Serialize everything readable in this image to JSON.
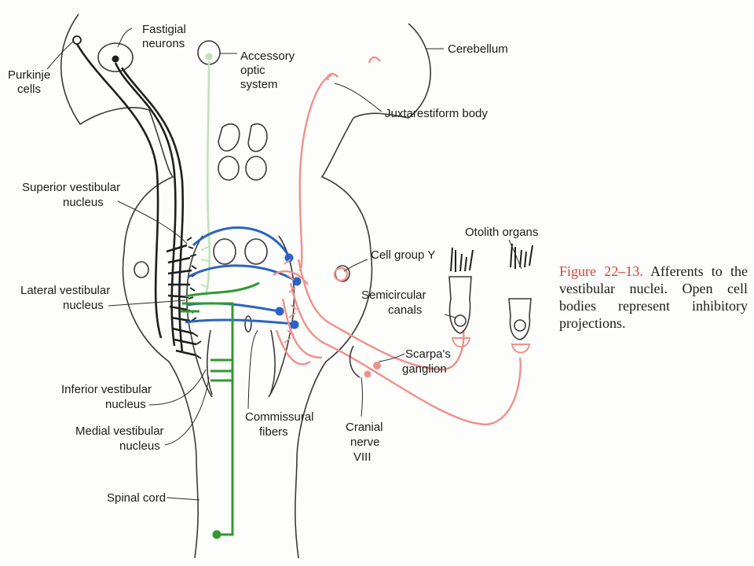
{
  "labels": {
    "fastigial": [
      "Fastigial",
      "neurons"
    ],
    "purkinje": [
      "Purkinje",
      "cells"
    ],
    "accessory": [
      "Accessory",
      "optic",
      "system"
    ],
    "cerebellum": "Cerebellum",
    "juxtarestiform": "Juxtarestiform body",
    "superior": [
      "Superior vestibular",
      "nucleus"
    ],
    "lateral": [
      "Lateral vestibular",
      "nucleus"
    ],
    "inferior": [
      "Inferior vestibular",
      "nucleus"
    ],
    "medial": [
      "Medial vestibular",
      "nucleus"
    ],
    "spinal": "Spinal cord",
    "cellgroup": "Cell group Y",
    "semicircular": [
      "Semicircular",
      "canals"
    ],
    "otolith": "Otolith organs",
    "scarpa": [
      "Scarpa's",
      "ganglion"
    ],
    "commissural": [
      "Commissural",
      "fibers"
    ],
    "cranial": [
      "Cranial",
      "nerve",
      "VIII"
    ]
  },
  "caption": {
    "figure": "Figure 22–13.",
    "text": "Afferents to the vestibular nuclei. Open cell bodies represent inhibitory projections."
  },
  "colors": {
    "black_tract": "#1e1e1e",
    "blue_fibers": "#2a63c4",
    "green_fibers": "#2f9a2f",
    "light_green": "#bfe3b7",
    "pink_fibers": "#f0908a",
    "caption_accent": "#d8403a"
  }
}
